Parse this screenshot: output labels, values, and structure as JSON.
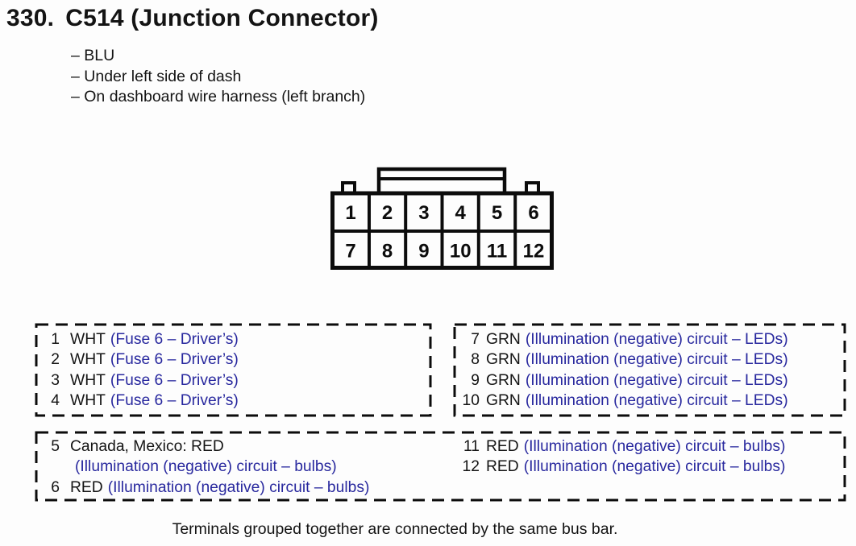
{
  "page": {
    "background": "#fdfdfd",
    "text_color": "#141414",
    "line_color": "#0c0c0c",
    "accent_blue": "#28289e"
  },
  "header": {
    "index": "330.",
    "title": "C514 (Junction Connector)",
    "notes": [
      "– BLU",
      "– Under left side of dash",
      "– On dashboard wire harness (left branch)"
    ]
  },
  "connector": {
    "description": "12-pin junction connector, 2 rows of 6",
    "pins": [
      "1",
      "2",
      "3",
      "4",
      "5",
      "6",
      "7",
      "8",
      "9",
      "10",
      "11",
      "12"
    ]
  },
  "groups": {
    "fuse": {
      "rows": [
        {
          "num": "1",
          "label": "WHT",
          "detail": "(Fuse 6 – Driver’s)"
        },
        {
          "num": "2",
          "label": "WHT",
          "detail": "(Fuse 6 – Driver’s)"
        },
        {
          "num": "3",
          "label": "WHT",
          "detail": "(Fuse 6 – Driver’s)"
        },
        {
          "num": "4",
          "label": "WHT",
          "detail": "(Fuse 6 – Driver’s)"
        }
      ]
    },
    "leds": {
      "rows": [
        {
          "num": "7",
          "label": "GRN",
          "detail": "(Illumination (negative) circuit – LEDs)"
        },
        {
          "num": "8",
          "label": "GRN",
          "detail": "(Illumination (negative) circuit – LEDs)"
        },
        {
          "num": "9",
          "label": "GRN",
          "detail": "(Illumination (negative) circuit – LEDs)"
        },
        {
          "num": "10",
          "label": "GRN",
          "detail": "(Illumination (negative) circuit – LEDs)"
        }
      ]
    },
    "bulbs_left": {
      "rows": [
        {
          "num": "5",
          "label": "Canada, Mexico: RED",
          "detail": ""
        },
        {
          "num": "",
          "label": "",
          "detail": "(Illumination (negative) circuit – bulbs)"
        },
        {
          "num": "6",
          "label": "RED",
          "detail": "(Illumination (negative) circuit – bulbs)"
        }
      ]
    },
    "bulbs_right": {
      "rows": [
        {
          "num": "11",
          "label": "RED",
          "detail": "(Illumination (negative) circuit – bulbs)"
        },
        {
          "num": "12",
          "label": "RED",
          "detail": "(Illumination (negative) circuit – bulbs)"
        }
      ]
    }
  },
  "footer": {
    "note": "Terminals grouped together are connected by the same bus bar."
  }
}
